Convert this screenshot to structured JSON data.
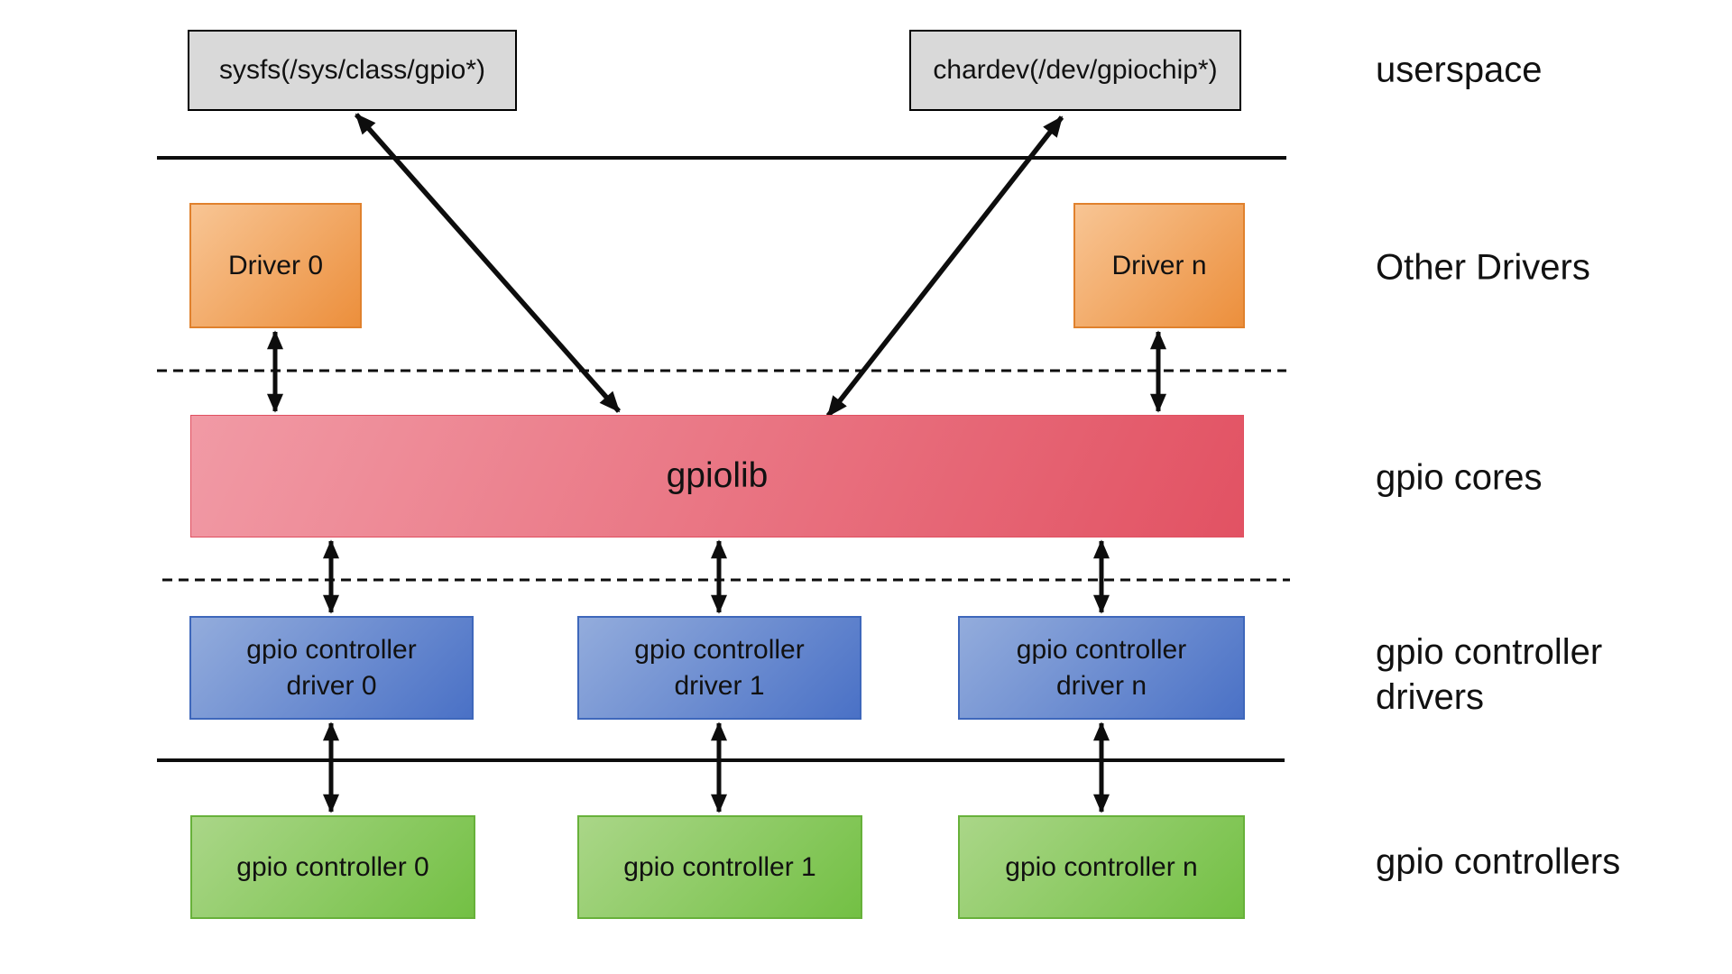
{
  "diagram": {
    "userspace_boxes": [
      {
        "label": "sysfs(/sys/class/gpio*)"
      },
      {
        "label": "chardev(/dev/gpiochip*)"
      }
    ],
    "other_driver_boxes": [
      {
        "label": "Driver 0"
      },
      {
        "label": "Driver n"
      }
    ],
    "gpiolib_box": {
      "label": "gpiolib"
    },
    "controller_driver_boxes": [
      {
        "line1": "gpio controller",
        "line2": "driver 0"
      },
      {
        "line1": "gpio controller",
        "line2": "driver 1"
      },
      {
        "line1": "gpio controller",
        "line2": "driver n"
      }
    ],
    "controller_boxes": [
      {
        "label": "gpio controller 0"
      },
      {
        "label": "gpio controller 1"
      },
      {
        "label": "gpio controller n"
      }
    ],
    "layer_labels": [
      {
        "label": "userspace"
      },
      {
        "label": "Other Drivers"
      },
      {
        "label": "gpio cores"
      },
      {
        "label": "gpio controller drivers"
      },
      {
        "label": "gpio controllers"
      }
    ],
    "colors": {
      "background": "#ffffff",
      "userspace_box_fill": "#d9d9d9",
      "userspace_box_border": "#000000",
      "other_driver_gradient_start": "#f8c594",
      "other_driver_gradient_end": "#ec8f3c",
      "gpiolib_gradient_start": "#f19aa5",
      "gpiolib_gradient_end": "#e25263",
      "controller_driver_gradient_start": "#93acdc",
      "controller_driver_gradient_end": "#4a71c6",
      "controller_gradient_start": "#aad688",
      "controller_gradient_end": "#73c044",
      "line_color": "#0d0d0d",
      "text_color": "#111111"
    }
  }
}
